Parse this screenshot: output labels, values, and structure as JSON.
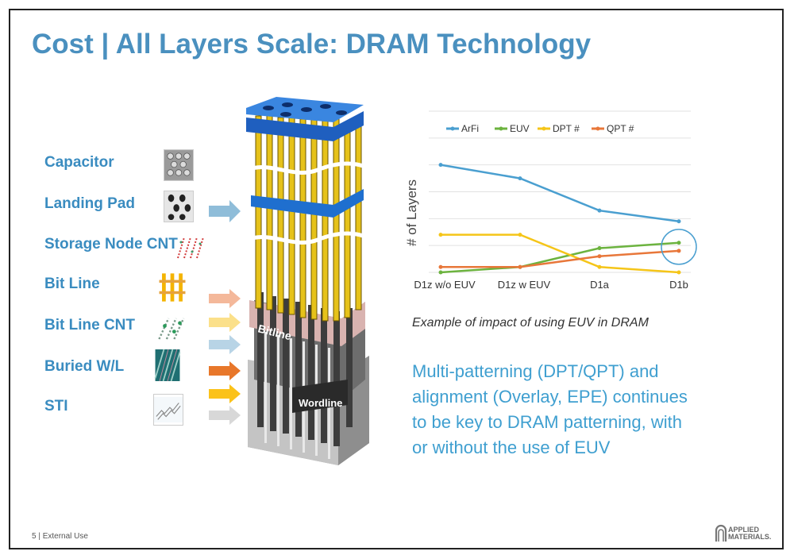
{
  "title": "Cost | All Layers Scale: DRAM Technology",
  "layers": [
    {
      "label": "Capacitor",
      "arrow_color": ""
    },
    {
      "label": "Landing Pad",
      "arrow_color": "#8fbdd9"
    },
    {
      "label": "Storage Node CNT",
      "arrow_color": ""
    },
    {
      "label": "Bit Line",
      "arrow_color": "#f4b89a"
    },
    {
      "label": "Bit Line CNT",
      "arrow_color": "#fbe08a"
    },
    {
      "label": "Buried W/L",
      "arrow_color": "#e87a2a"
    },
    {
      "label": "STI",
      "arrow_color": "#d8d8d8"
    }
  ],
  "diagram": {
    "bitline_label": "Bitline",
    "wordline_label": "Wordline"
  },
  "chart_data": {
    "type": "line",
    "title": "",
    "xlabel": "",
    "ylabel": "# of Layers",
    "categories": [
      "D1z w/o EUV",
      "D1z w EUV",
      "D1a",
      "D1b"
    ],
    "ylim": [
      0,
      6
    ],
    "grid": true,
    "legend_position": "top",
    "series": [
      {
        "name": "ArFi",
        "color": "#4a9fd0",
        "values": [
          4.0,
          3.5,
          2.3,
          1.9
        ]
      },
      {
        "name": "EUV",
        "color": "#6cb33f",
        "values": [
          0.0,
          0.2,
          0.9,
          1.1
        ]
      },
      {
        "name": "DPT #",
        "color": "#f5c518",
        "values": [
          1.4,
          1.4,
          0.2,
          0.0
        ]
      },
      {
        "name": "QPT #",
        "color": "#e8773a",
        "values": [
          0.2,
          0.2,
          0.6,
          0.8
        ]
      }
    ],
    "highlight_circle_category": "D1b"
  },
  "caption": "Example of impact of using EUV in DRAM",
  "body_lines": [
    "Multi-patterning (DPT/QPT) and",
    "alignment (Overlay, EPE) continues",
    "to be key to DRAM patterning, with",
    "or without the use of EUV"
  ],
  "footer": "5    |  External Use",
  "logo": {
    "line1": "APPLIED",
    "line2": "MATERIALS."
  }
}
